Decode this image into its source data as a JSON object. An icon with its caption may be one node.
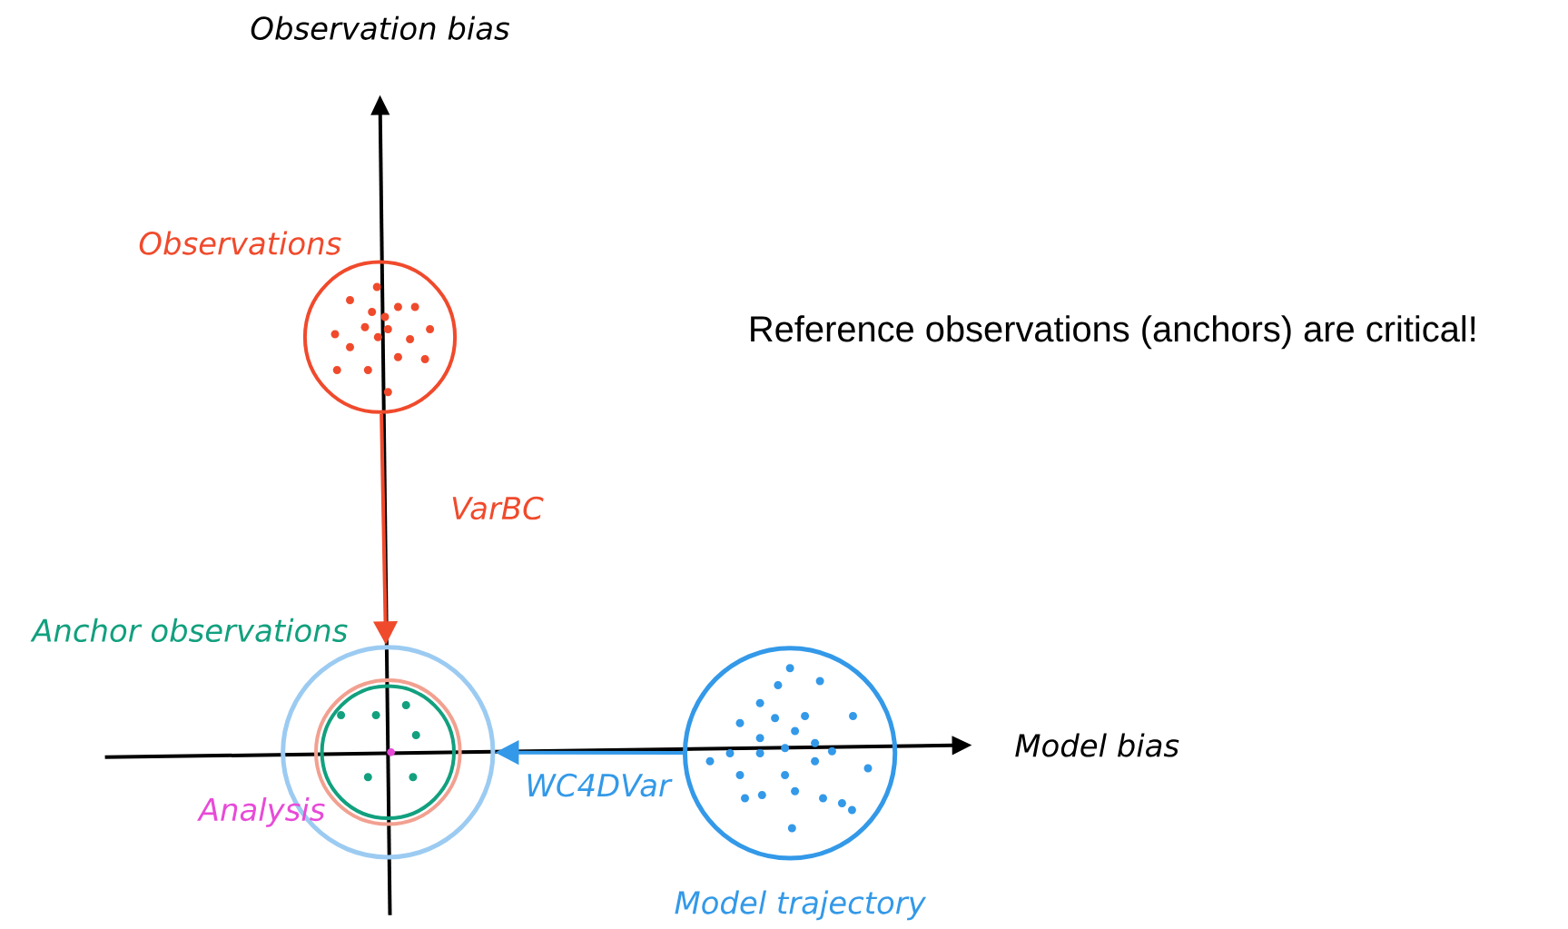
{
  "diagram": {
    "nodes": [
      {
        "text": [
          "Observations"
        ]
      },
      {
        "text": [],
        "shape": "circle"
      },
      {
        "text": [],
        "shape": "circle",
        "in": 1
      },
      {
        "text": [
          "Anchor observations"
        ],
        "in": 2
      },
      {
        "text": [
          "Analysis"
        ],
        "in": 3
      },
      {
        "text": [
          "Model trajectory"
        ]
      }
    ],
    "edges": [
      {
        "from": 0,
        "to": 1,
        "arrow": "to",
        "label": "VarBC",
        "color": "#f04a2c"
      },
      {
        "from": 5,
        "to": 1,
        "arrow": "to",
        "label": "WC4DVar",
        "color": "#3399e8"
      }
    ],
    "labels": [
      "Observation bias",
      "Reference observations (anchors) are critical!",
      "Model bias"
    ]
  }
}
